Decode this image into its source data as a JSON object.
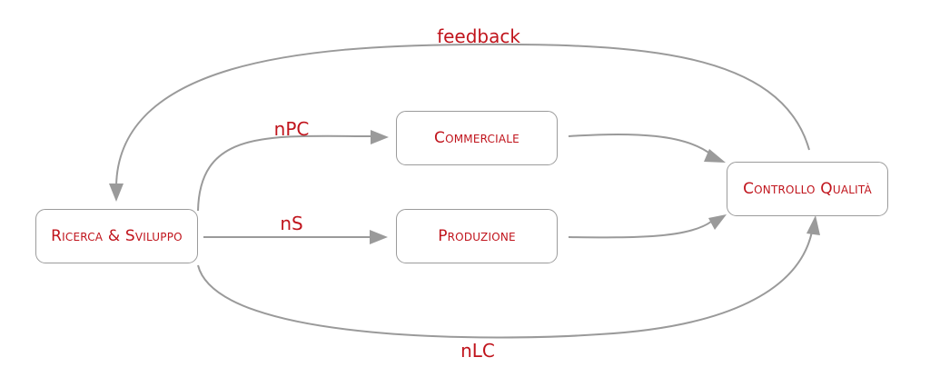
{
  "nodes": {
    "rnd": {
      "label": "Ricerca & Sviluppo"
    },
    "commerciale": {
      "label": "Commerciale"
    },
    "produzione": {
      "label": "Produzione"
    },
    "qualita": {
      "label": "Controllo Qualità"
    }
  },
  "edges": {
    "feedback": {
      "label": "feedback",
      "from": "Controllo Qualità",
      "to": "Ricerca & Sviluppo"
    },
    "npc": {
      "label": "nPC",
      "from": "Ricerca & Sviluppo",
      "to": "Commerciale"
    },
    "ns": {
      "label": "nS",
      "from": "Ricerca & Sviluppo",
      "to": "Produzione"
    },
    "nlc": {
      "label": "nLC",
      "from": "Ricerca & Sviluppo",
      "to": "Controllo Qualità"
    },
    "comm_to_qc": {
      "label": "",
      "from": "Commerciale",
      "to": "Controllo Qualità"
    },
    "prod_to_qc": {
      "label": "",
      "from": "Produzione",
      "to": "Controllo Qualità"
    }
  },
  "colors": {
    "text": "#c0141c",
    "line": "#9a9a9a",
    "border": "#9b9b9b"
  }
}
